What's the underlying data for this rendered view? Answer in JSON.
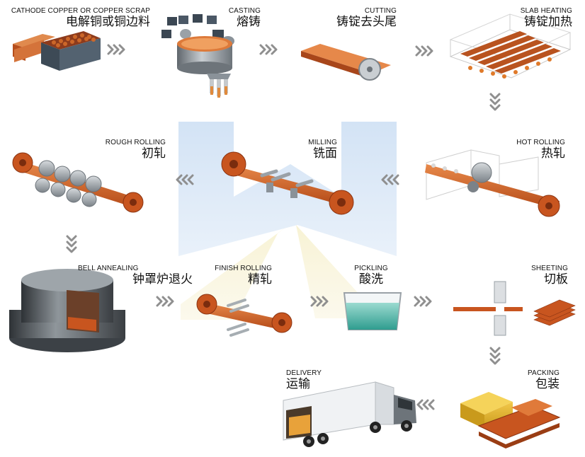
{
  "colors": {
    "copper": "#c8551f",
    "copper_light": "#e8894a",
    "steel": "#8a9299",
    "blue_shape": "#cfe0f3",
    "yellow_glow": "#f5ecc0",
    "arrow": "#8f8f8f",
    "teal_bath": "#4fb5a8"
  },
  "steps": [
    {
      "id": "cathode",
      "en": "CATHODE COPPER OR COPPER SCRAP",
      "zh": "电解铜或铜边料"
    },
    {
      "id": "casting",
      "en": "CASTING",
      "zh": "熔铸"
    },
    {
      "id": "cutting",
      "en": "CUTTING",
      "zh": "铸锭去头尾"
    },
    {
      "id": "slab_heating",
      "en": "SLAB HEATING",
      "zh": "铸锭加热"
    },
    {
      "id": "hot_rolling",
      "en": "HOT ROLLING",
      "zh": "热轧"
    },
    {
      "id": "milling",
      "en": "MILLING",
      "zh": "铣面"
    },
    {
      "id": "rough_rolling",
      "en": "ROUGH ROLLING",
      "zh": "初轧"
    },
    {
      "id": "bell_annealing",
      "en": "BELL ANNEALING",
      "zh": "钟罩炉退火"
    },
    {
      "id": "finish_rolling",
      "en": "FINISH ROLLING",
      "zh": "精轧"
    },
    {
      "id": "pickling",
      "en": "PICKLING",
      "zh": "酸洗"
    },
    {
      "id": "sheeting",
      "en": "SHEETING",
      "zh": "切板"
    },
    {
      "id": "packing",
      "en": "PACKING",
      "zh": "包装"
    },
    {
      "id": "delivery",
      "en": "DELIVERY",
      "zh": "运输"
    }
  ]
}
